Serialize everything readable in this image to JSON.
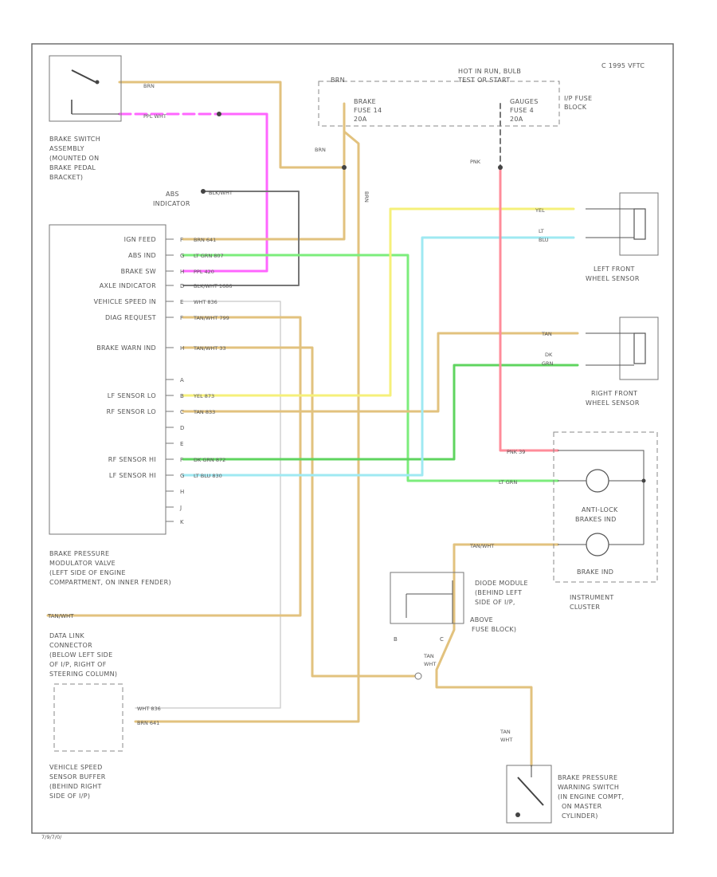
{
  "copyright": "C 1995 VFTC",
  "diagram_id": "7/9/7/0/",
  "colors": {
    "tan": "#e2c27e",
    "pink": "#ff66ff",
    "yellow": "#f5f07a",
    "cyan": "#9fe9f2",
    "green": "#7ced7c",
    "dkgreen": "#5fd45f",
    "red": "#ff8c9a",
    "gray": "#777777",
    "ltgray": "#d0d0d0",
    "line": "#666666"
  },
  "components": {
    "brake_switch": [
      "BRAKE SWITCH",
      "ASSEMBLY",
      "(MOUNTED ON",
      "BRAKE PEDAL",
      "BRACKET)"
    ],
    "hot_in_run": [
      "HOT IN RUN, BULB",
      "TEST OR START"
    ],
    "abs_indicator": [
      "ABS",
      "INDICATOR"
    ],
    "ip_fuse_block": [
      "I/P FUSE",
      "BLOCK"
    ],
    "brake_fuse": [
      "BRAKE",
      "FUSE 14",
      "20A"
    ],
    "gauges_fuse": [
      "GAUGES",
      "FUSE 4",
      "20A"
    ],
    "module_pins": [
      "IGN FEED",
      "ABS IND",
      "BRAKE SW",
      "AXLE INDICATOR",
      "VEHICLE SPEED IN",
      "DIAG REQUEST",
      "",
      "BRAKE WARN IND",
      "",
      "LF SENSOR LO",
      "RF SENSOR LO",
      "",
      "",
      "RF SENSOR HI",
      "LF SENSOR HI",
      "",
      "",
      ""
    ],
    "pin_letters": [
      "F",
      "G",
      "H",
      "D",
      "E",
      "F",
      "",
      "H",
      "A",
      "B",
      "C",
      "D",
      "E",
      "F",
      "G",
      "H",
      "J",
      "K"
    ],
    "module_label": [
      "BRAKE PRESSURE",
      "MODULATOR VALVE",
      "(LEFT SIDE OF ENGINE",
      "COMPARTMENT, ON INNER FENDER)"
    ],
    "left_wheel": [
      "LEFT FRONT",
      "WHEEL SENSOR"
    ],
    "right_wheel": [
      "RIGHT FRONT",
      "WHEEL SENSOR"
    ],
    "cluster": [
      "INSTRUMENT",
      "CLUSTER"
    ],
    "antilock": [
      "ANTI-LOCK",
      "BRAKES IND"
    ],
    "brake_ind": "BRAKE IND",
    "diode": [
      "DIODE MODULE",
      "(BEHIND LEFT",
      "SIDE OF I/P,",
      "ABOVE",
      "FUSE BLOCK)"
    ],
    "dlc": [
      "DATA LINK",
      "CONNECTOR",
      "(BELOW LEFT SIDE",
      "OF I/P, RIGHT OF",
      "STEERING COLUMN)"
    ],
    "vss": [
      "VEHICLE SPEED",
      "SENSOR BUFFER",
      "(BEHIND RIGHT",
      "SIDE OF I/P)"
    ],
    "bpws": [
      "BRAKE PRESSURE",
      "WARNING SWITCH",
      "(IN ENGINE COMPT,",
      "ON MASTER",
      "CYLINDER)"
    ],
    "diode_pins": [
      "B",
      "C"
    ]
  },
  "wires": {
    "brn": "BRN",
    "ppl_wht": "PPL WHT",
    "blk_wht": "BLK/WHT",
    "pnk": "PNK",
    "yel": "YEL",
    "lt_blu": [
      "LT",
      "BLU"
    ],
    "tan": "TAN",
    "dk_grn": [
      "DK",
      "GRN"
    ],
    "brn_pin_f": "BRN  641",
    "lt_grn_g": "LT GRN  807",
    "ppl_h": "PPL  420",
    "blk_wht_d": "BLK/WHT  1686",
    "wht_e": "WHT  836",
    "tan_wht_f": "TAN/WHT  799",
    "tan_wht_h": "TAN/WHT  33",
    "yel_b": "YEL  873",
    "tan_c": "TAN  833",
    "dkgrn_f": "DK GRN  872",
    "ltblu_g": "LT BLU  830",
    "pnk_39": "PNK  39",
    "lt_grn_cl": "LT GRN",
    "tan_wht_cl": "TAN/WHT",
    "tan_wht_side": "TAN/WHT",
    "dlc_wht": "WHT  836",
    "dlc_brn": "BRN  641",
    "tan_wht_b1": [
      "TAN",
      "WHT"
    ],
    "tan_wht_b2": [
      "TAN",
      "WHT"
    ]
  }
}
